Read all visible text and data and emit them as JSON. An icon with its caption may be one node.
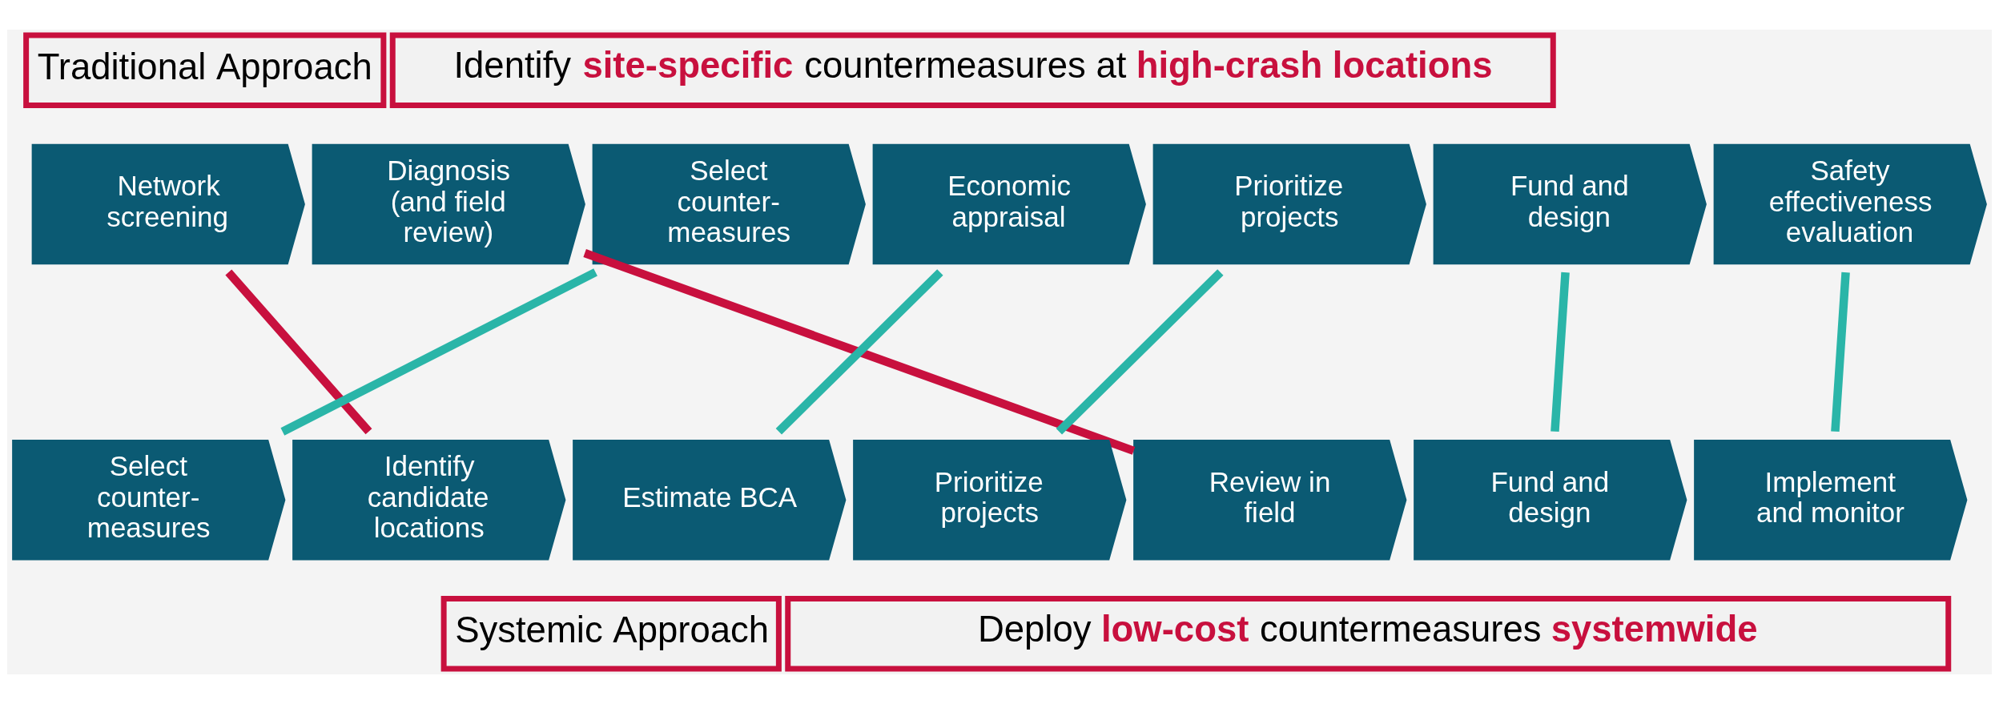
{
  "diagram": {
    "nodes": [
      {
        "text": [
          "Traditional Approach"
        ]
      },
      {
        "text": [
          "Identify **site-specific** countermeasures at **high-crash locations**"
        ]
      },
      {
        "text": [
          "Network screening"
        ]
      },
      {
        "text": [
          "Diagnosis (and field review)"
        ]
      },
      {
        "text": [
          "Select counter- measures"
        ]
      },
      {
        "text": [
          "Economic appraisal"
        ]
      },
      {
        "text": [
          "Prioritize projects"
        ]
      },
      {
        "text": [
          "Fund and design"
        ]
      },
      {
        "text": [
          "Safety effectiveness evaluation"
        ]
      },
      {
        "text": [
          "Select counter- measures"
        ]
      },
      {
        "text": [
          "Identify candidate locations"
        ]
      },
      {
        "text": [
          "Estimate BCA"
        ]
      },
      {
        "text": [
          "Prioritize projects"
        ]
      },
      {
        "text": [
          "Review in field"
        ]
      },
      {
        "text": [
          "Fund and design"
        ]
      },
      {
        "text": [
          "Implement and monitor"
        ]
      },
      {
        "text": [
          "Systemic Approach"
        ]
      },
      {
        "text": [
          "Deploy **low-cost** countermeasures **systemwide**"
        ]
      }
    ],
    "edges": [
      {
        "from": 2,
        "to": 10,
        "arrow": "none",
        "color": "#c8103e"
      },
      {
        "from": 3,
        "to": 13,
        "arrow": "none",
        "color": "#c8103e"
      },
      {
        "from": 4,
        "to": 9,
        "arrow": "none"
      },
      {
        "from": 5,
        "to": 11,
        "arrow": "none"
      },
      {
        "from": 6,
        "to": 12,
        "arrow": "none"
      },
      {
        "from": 7,
        "to": 14,
        "arrow": "none"
      },
      {
        "from": 8,
        "to": 15,
        "arrow": "none"
      }
    ]
  }
}
